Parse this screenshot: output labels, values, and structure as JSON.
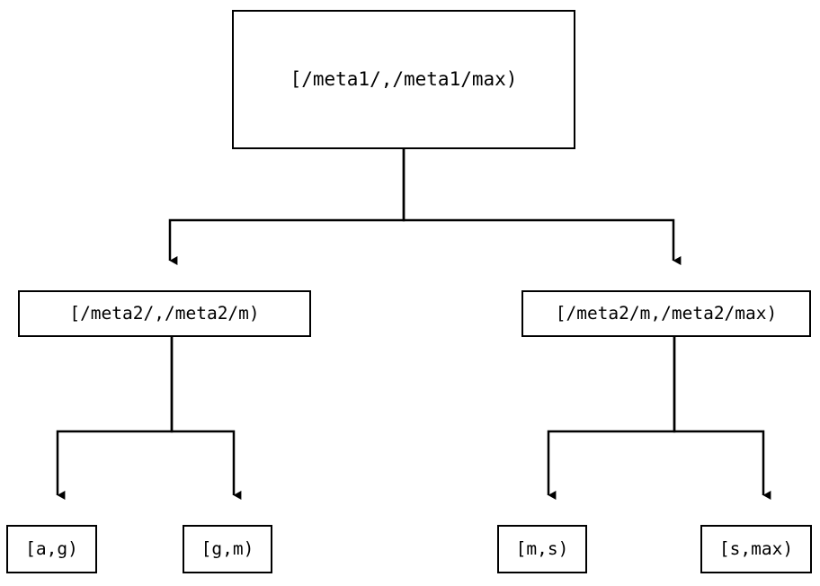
{
  "diagram": {
    "type": "range-partition-tree",
    "orientation": "top-down",
    "background_color": "#ffffff",
    "stroke_color": "#000000",
    "text_color": "#000000",
    "edge_style": "orthogonal-elbow",
    "arrowhead": "filled-triangle-down",
    "nodes": {
      "root": {
        "label": "[/meta1/,/meta1/max)"
      },
      "mid": [
        {
          "label": "[/meta2/,/meta2/m)"
        },
        {
          "label": "[/meta2/m,/meta2/max)"
        }
      ],
      "leaves": [
        {
          "label": "[a,g)"
        },
        {
          "label": "[g,m)"
        },
        {
          "label": "[m,s)"
        },
        {
          "label": "[s,max)"
        }
      ]
    }
  }
}
